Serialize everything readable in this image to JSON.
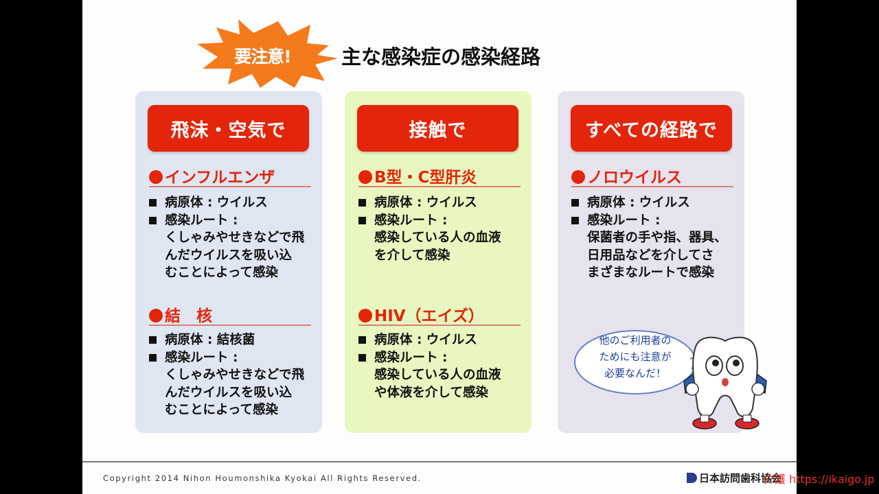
{
  "header": {
    "badge": "要注意!",
    "title": "主な感染症の感染経路"
  },
  "columns": [
    {
      "heading": "飛沫・空気で",
      "sections": [
        {
          "title": "インフルエンザ",
          "lines": [
            {
              "bullet": true,
              "text": "病原体 : ウイルス"
            },
            {
              "bullet": true,
              "text": "感染ルート :"
            },
            {
              "bullet": false,
              "text": "くしゃみやせきなどで飛"
            },
            {
              "bullet": false,
              "text": "んだウイルスを吸い込"
            },
            {
              "bullet": false,
              "text": "むことによって感染"
            }
          ]
        },
        {
          "title": "結　核",
          "lines": [
            {
              "bullet": true,
              "text": "病原体 : 結核菌"
            },
            {
              "bullet": true,
              "text": "感染ルート :"
            },
            {
              "bullet": false,
              "text": "くしゃみやせきなどで飛"
            },
            {
              "bullet": false,
              "text": "んだウイルスを吸い込"
            },
            {
              "bullet": false,
              "text": "むことによって感染"
            }
          ]
        }
      ]
    },
    {
      "heading": "接触で",
      "sections": [
        {
          "title": "B型・C型肝炎",
          "lines": [
            {
              "bullet": true,
              "text": "病原体 : ウイルス"
            },
            {
              "bullet": true,
              "text": "感染ルート :"
            },
            {
              "bullet": false,
              "text": "感染している人の血液"
            },
            {
              "bullet": false,
              "text": "を介して感染"
            }
          ]
        },
        {
          "title": "HIV（エイズ）",
          "lines": [
            {
              "bullet": true,
              "text": "病原体 : ウイルス"
            },
            {
              "bullet": true,
              "text": "感染ルート :"
            },
            {
              "bullet": false,
              "text": "感染している人の血液"
            },
            {
              "bullet": false,
              "text": "や体液を介して感染"
            }
          ]
        }
      ]
    },
    {
      "heading": "すべての経路で",
      "sections": [
        {
          "title": "ノロウイルス",
          "lines": [
            {
              "bullet": true,
              "text": "病原体 : ウイルス"
            },
            {
              "bullet": true,
              "text": "感染ルート :"
            },
            {
              "bullet": false,
              "text": "保菌者の手や指、器具、"
            },
            {
              "bullet": false,
              "text": "日用品などを介してさ"
            },
            {
              "bullet": false,
              "text": "まざまなルートで感染"
            }
          ]
        }
      ]
    }
  ],
  "speech_bubble": {
    "line1": "他のご利用者の",
    "line2": "ためにも注意が",
    "line3": "必要なんだ！"
  },
  "footer": {
    "copyright": "Copyright 2014 Nihon Houmonshika Kyokai All Rights Reserved.",
    "logo": "日本訪問歯科協会"
  },
  "watermark": "介護 https://ikaigo.jp",
  "colors": {
    "accent": "#e3250b",
    "blue_panel": "#dfe6f2",
    "green_panel": "#e8f6bf",
    "purple_panel": "#e6e2ee",
    "burst": "#f47a1c"
  }
}
